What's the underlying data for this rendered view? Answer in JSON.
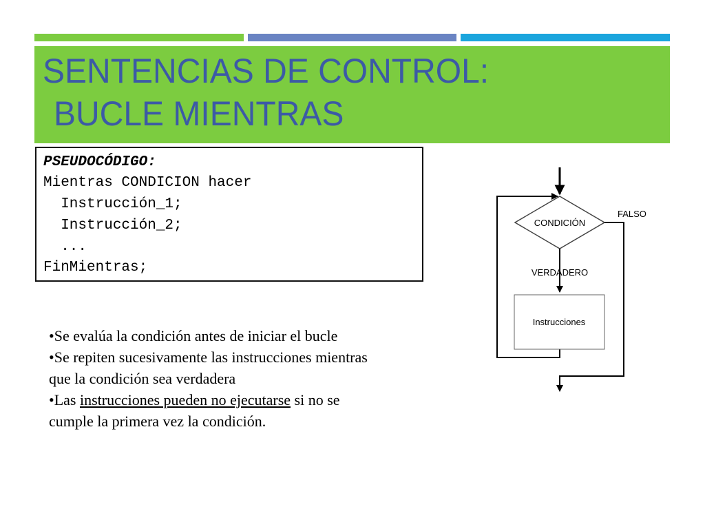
{
  "colors": {
    "green": "#7ccc40",
    "blue_grey": "#6a84c3",
    "cyan": "#1aa5dd",
    "title_text": "#3c5aa6"
  },
  "title": {
    "line1": "SENTENCIAS DE CONTROL:",
    "line2": "BUCLE MIENTRAS"
  },
  "pseudocode": {
    "heading": "PSEUDOCÓDIGO:",
    "lines": [
      "Mientras CONDICION hacer",
      "  Instrucción_1;",
      "  Instrucción_2;",
      "  ...",
      "FinMientras;"
    ]
  },
  "bullets": {
    "b1": "•Se evalúa la condición antes de iniciar el bucle",
    "b2_line1": "•Se repiten sucesivamente las instrucciones mientras",
    "b2_line2": "que la condición sea verdadera",
    "b3_pre": "•Las ",
    "b3_underlined": "instrucciones pueden no ejecutarse",
    "b3_post": " si no se",
    "b3_line2": "cumple la primera vez la condición."
  },
  "flowchart": {
    "condition": "CONDICIÓN",
    "true_label": "VERDADERO",
    "false_label": "FALSO",
    "instructions": "Instrucciones"
  }
}
